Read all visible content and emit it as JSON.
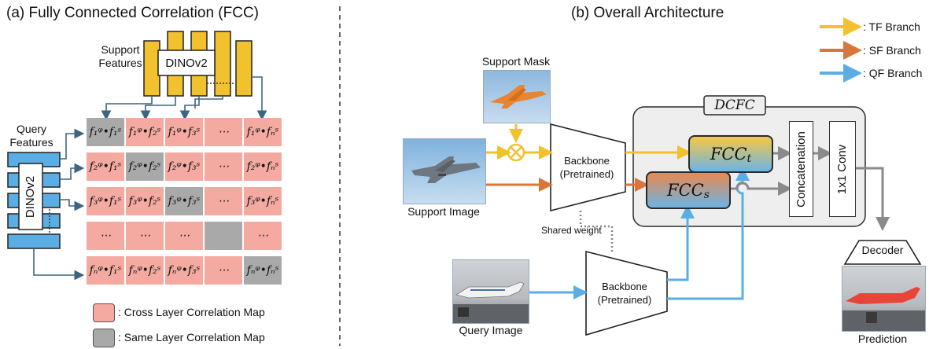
{
  "panel_a": {
    "title": "(a) Fully Connected Correlation (FCC)",
    "support_features": "Support\nFeatures",
    "query_features": "Query\nFeatures",
    "dino_label": "DINOv2",
    "matrix": {
      "rows": [
        [
          "f₁ᵠ•f₁ˢ",
          "f₁ᵠ•f₂ˢ",
          "f₁ᵠ•f₃ˢ",
          "⋯",
          "f₁ᵠ•fₙˢ"
        ],
        [
          "f₂ᵠ•f₁ˢ",
          "f₂ᵠ•f₂ˢ",
          "f₂ᵠ•f₃ˢ",
          "⋯",
          "f₂ᵠ•fₙˢ"
        ],
        [
          "f₃ᵠ•f₁ˢ",
          "f₃ᵠ•f₂ˢ",
          "f₃ᵠ•f₃ˢ",
          "⋯",
          "f₃ᵠ•fₙˢ"
        ],
        [
          "⋯",
          "⋯",
          "⋯",
          "",
          "⋯"
        ],
        [
          "fₙᵠ•f₁ˢ",
          "fₙᵠ•f₂ˢ",
          "fₙᵠ•f₃ˢ",
          "⋯",
          "fₙᵠ•fₙˢ"
        ]
      ],
      "same_layer_cells": [
        [
          0,
          0
        ],
        [
          1,
          1
        ],
        [
          2,
          2
        ],
        [
          3,
          3
        ],
        [
          4,
          4
        ]
      ]
    },
    "legend": {
      "cross": ": Cross Layer Correlation Map",
      "same": ": Same Layer Correlation Map",
      "cross_color": "#f4a9a1",
      "same_color": "#a9a9a9"
    }
  },
  "panel_b": {
    "title": "(b) Overall Architecture",
    "legend": [
      {
        "label": ": TF Branch",
        "color": "#f2c12e"
      },
      {
        "label": ": SF Branch",
        "color": "#d9773a"
      },
      {
        "label": ": QF Branch",
        "color": "#5aaee4"
      }
    ],
    "support_mask": "Support Mask",
    "support_image": "Support Image",
    "query_image": "Query Image",
    "backbone_label": "Backbone\n(Pretrained)",
    "shared_weight": "Shared weight",
    "dcfc": "DCFC",
    "fcc_t": "FCC",
    "fcc_t_sub": "t",
    "fcc_s": "FCC",
    "fcc_s_sub": "s",
    "concatenation": "Concatenation",
    "conv": "1x1 Conv",
    "decoder": "Decoder",
    "prediction": "Prediction"
  }
}
